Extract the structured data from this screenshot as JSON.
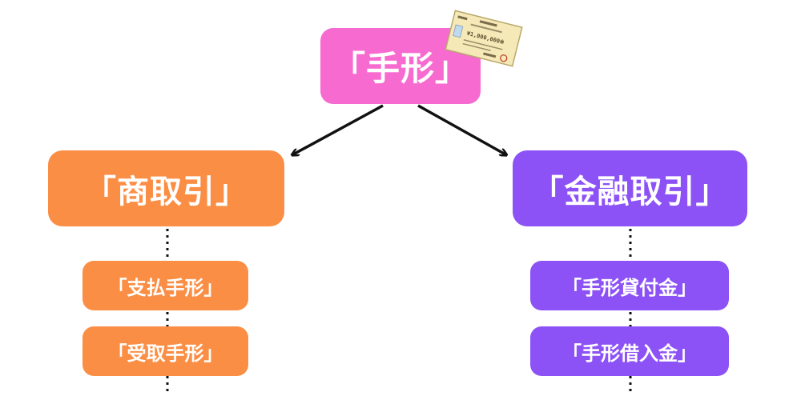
{
  "root": {
    "label": "「手形」",
    "color": "#f76ad0"
  },
  "categories": [
    {
      "label": "「商取引」",
      "color": "#fb8e45",
      "items": [
        "「支払手形」",
        "「受取手形」"
      ]
    },
    {
      "label": "「金融取引」",
      "color": "#8c52f6",
      "items": [
        "「手形貸付金」",
        "「手形借入金」"
      ]
    }
  ],
  "illustration": {
    "icon": "promissory-note-icon",
    "amount_text": "¥1,000,000※"
  }
}
